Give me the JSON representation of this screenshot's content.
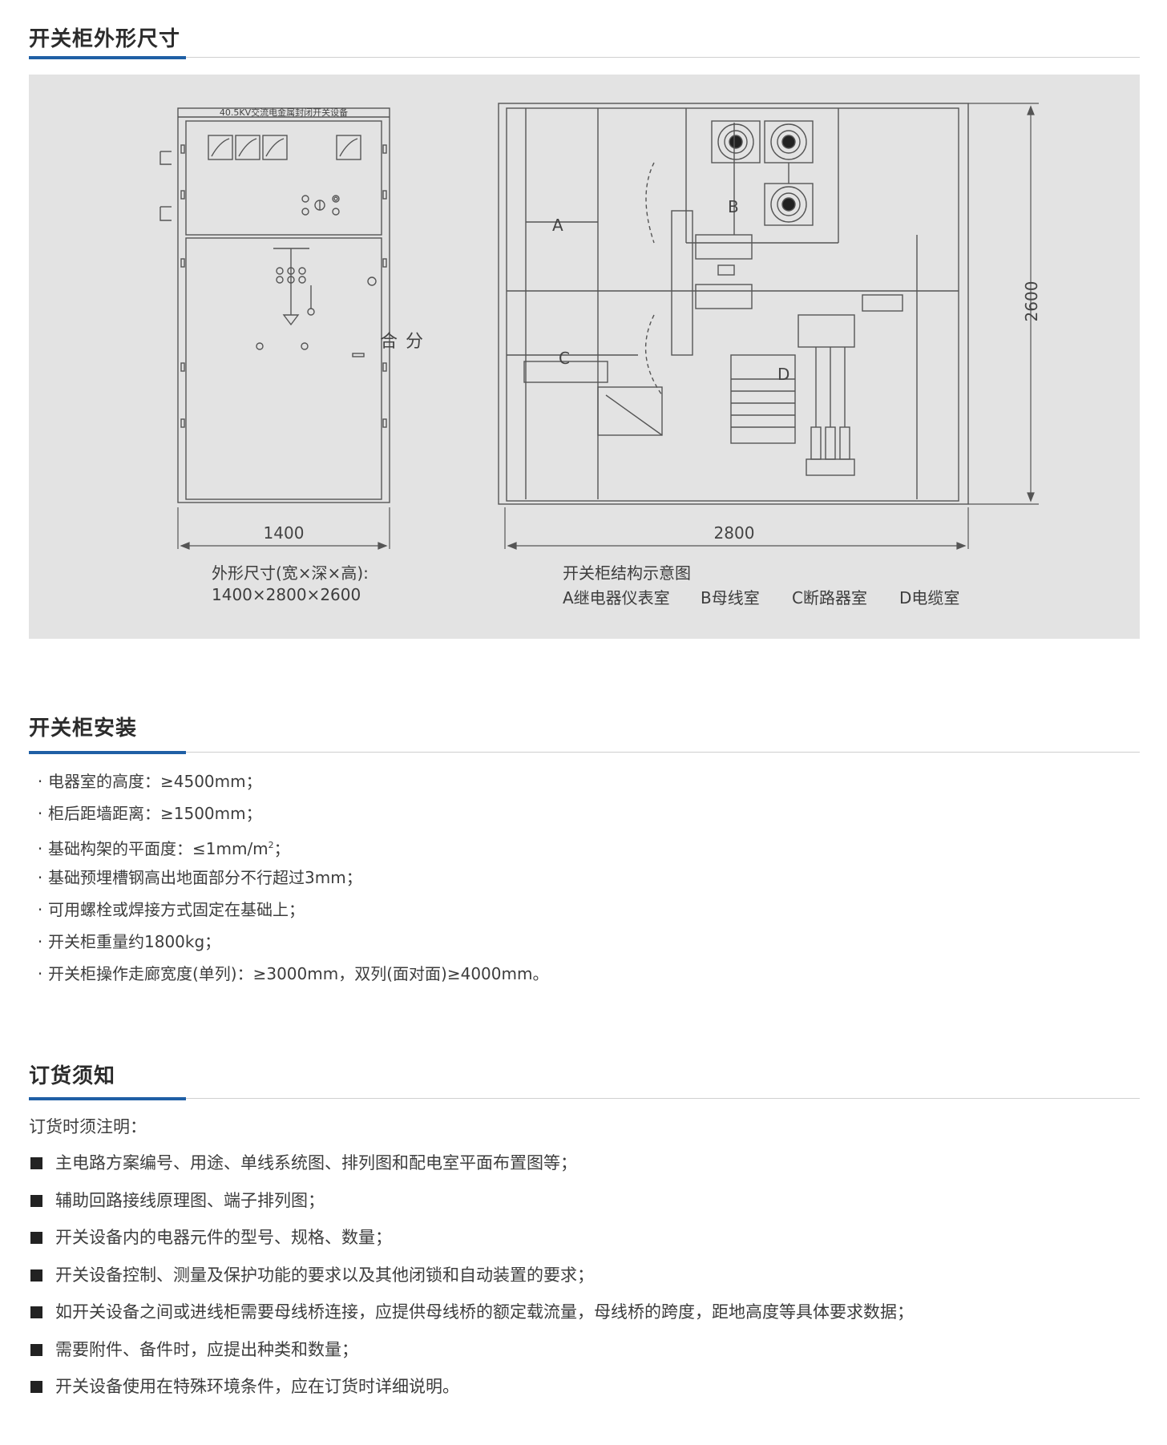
{
  "sections": {
    "dimensions": {
      "title": "开关柜外形尺寸"
    },
    "install": {
      "title": "开关柜安装"
    },
    "order": {
      "title": "订货须知"
    }
  },
  "figure": {
    "front_label": "40.5KV交流电金属封闭开关设备",
    "switch_close": "合",
    "switch_open": "分",
    "width_dim": "1400",
    "depth_dim": "2800",
    "height_dim": "2600",
    "zone_a": "A",
    "zone_b": "B",
    "zone_c": "C",
    "zone_d": "D",
    "caption_left_1": "外形尺寸(宽×深×高):",
    "caption_left_2": "1400×2800×2600",
    "caption_right_1": "开关柜结构示意图",
    "legend_a": "A继电器仪表室",
    "legend_b": "B母线室",
    "legend_c": "C断路器室",
    "legend_d": "D电缆室"
  },
  "install_items": [
    "电器室的高度：≥4500mm；",
    "柜后距墙距离：≥1500mm；",
    "基础构架的平面度：≤1mm/m",
    "基础预埋槽钢高出地面部分不行超过3mm；",
    "可用螺栓或焊接方式固定在基础上；",
    "开关柜重量约1800kg；",
    "开关柜操作走廊宽度(单列)：≥3000mm，双列(面对面)≥4000mm。"
  ],
  "install_item3_sup": "2",
  "install_item3_tail": "；",
  "order_intro": "订货时须注明：",
  "order_items": [
    "主电路方案编号、用途、单线系统图、排列图和配电室平面布置图等；",
    "辅助回路接线原理图、端子排列图；",
    "开关设备内的电器元件的型号、规格、数量；",
    "开关设备控制、测量及保护功能的要求以及其他闭锁和自动装置的要求；",
    "如开关设备之间或进线柜需要母线桥连接，应提供母线桥的额定载流量，母线桥的跨度，距地高度等具体要求数据；",
    "需要附件、备件时，应提出种类和数量；",
    "开关设备使用在特殊环境条件，应在订货时详细说明。"
  ]
}
